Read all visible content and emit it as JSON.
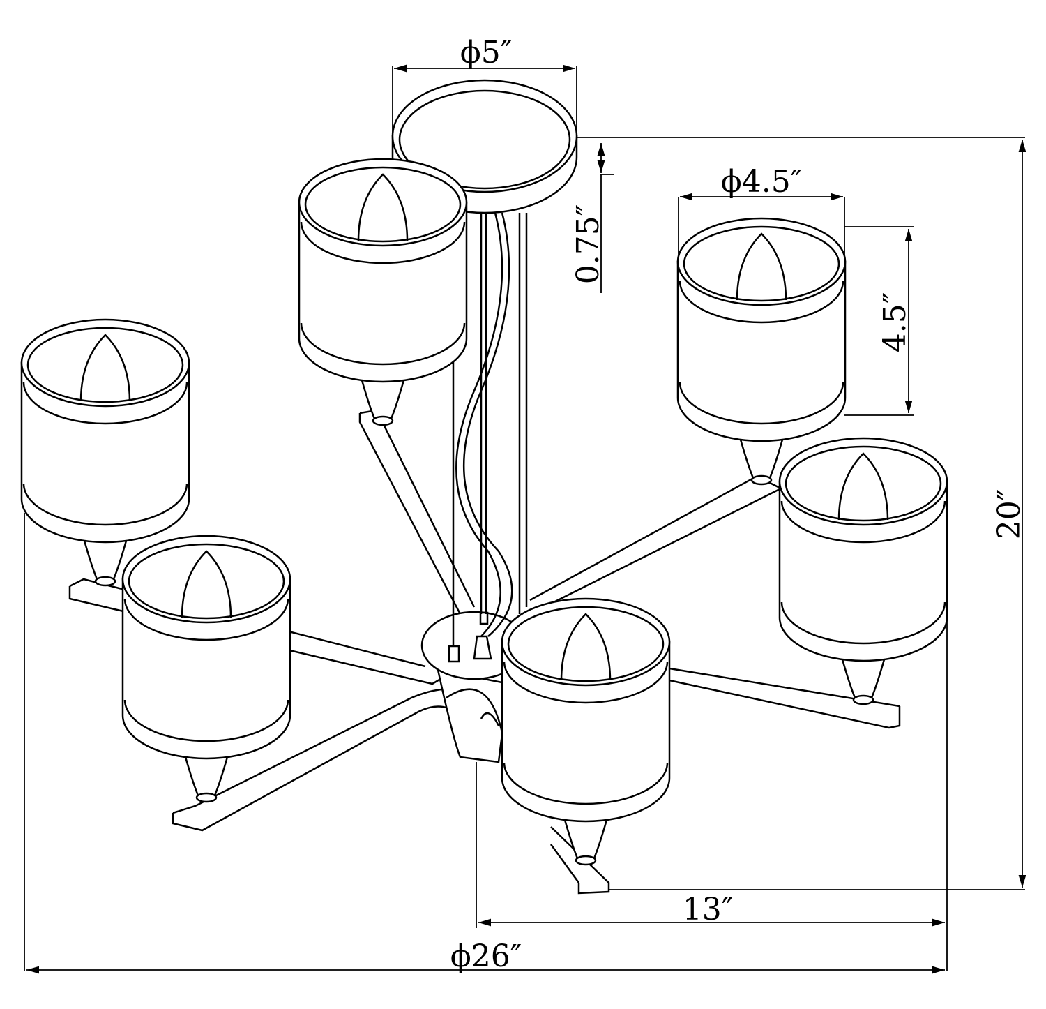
{
  "title": "Six-light chandelier dimension drawing",
  "dimensions": {
    "canopy_diameter": "ϕ5″",
    "canopy_height": "0.75″",
    "shade_diameter": "ϕ4.5″",
    "shade_height": "4.5″",
    "overall_height": "20″",
    "radius": "13″",
    "overall_diameter": "ϕ26″"
  }
}
